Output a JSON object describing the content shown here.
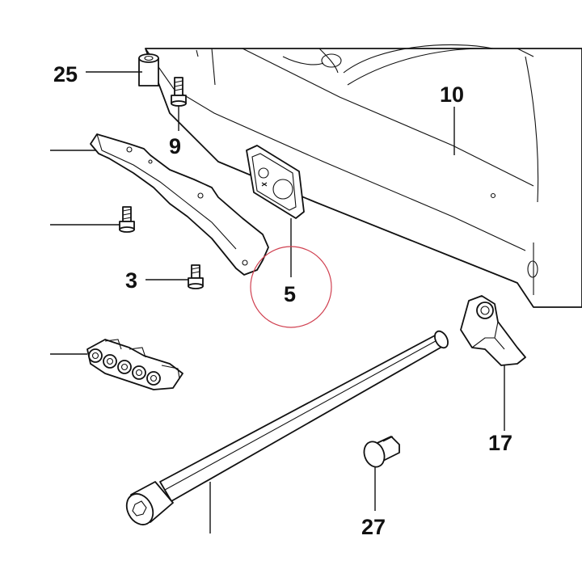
{
  "callouts": [
    {
      "id": "25",
      "text": "25"
    },
    {
      "id": "9",
      "text": "9"
    },
    {
      "id": "10",
      "text": "10"
    },
    {
      "id": "3",
      "text": "3"
    },
    {
      "id": "5",
      "text": "5"
    },
    {
      "id": "17",
      "text": "17"
    },
    {
      "id": "27",
      "text": "27"
    }
  ],
  "highlight": {
    "target": "5",
    "color": "#d04050"
  },
  "colors": {
    "ink": "#111111",
    "background": "#ffffff"
  }
}
